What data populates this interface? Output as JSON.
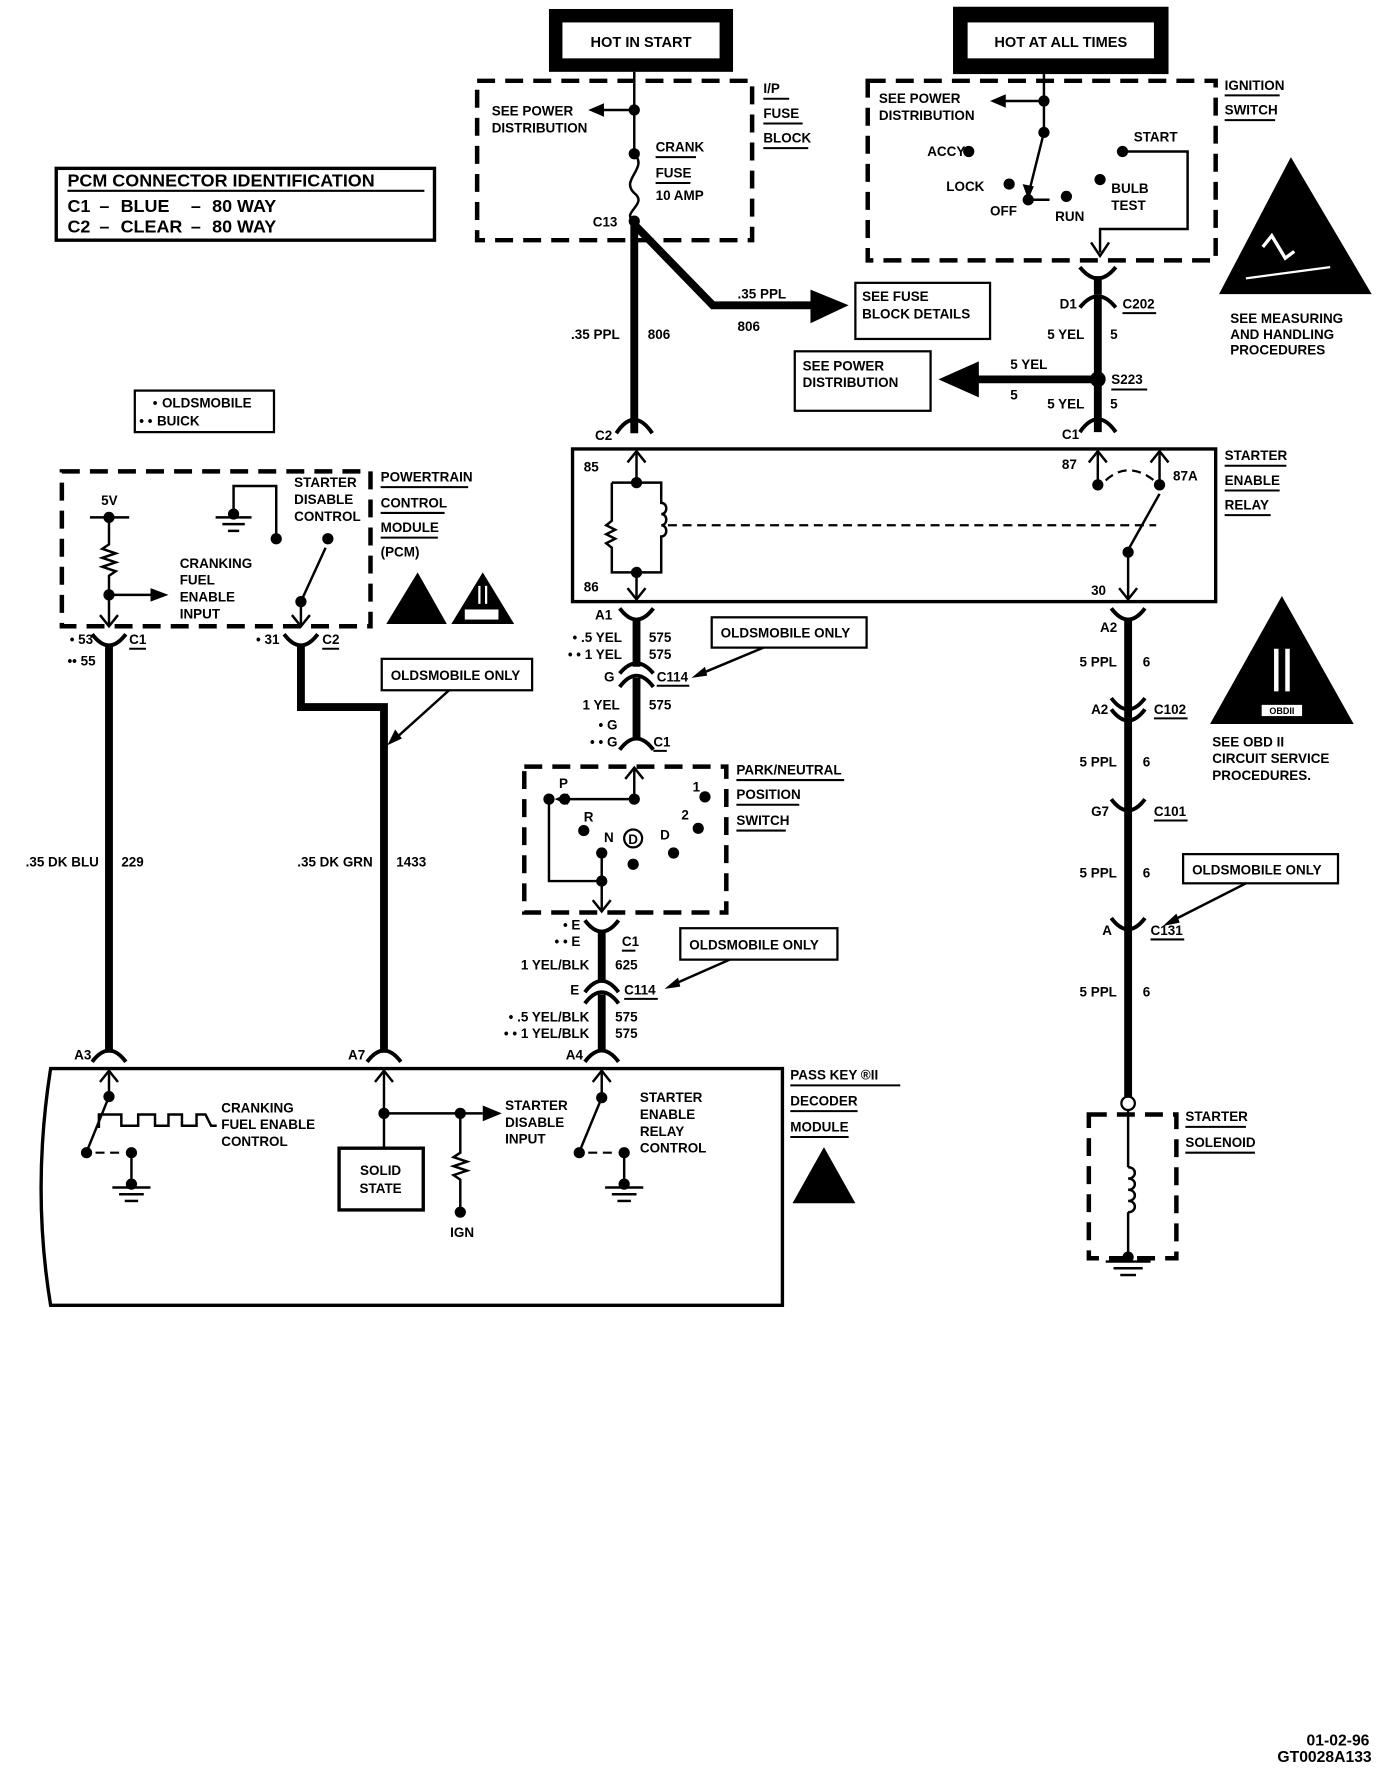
{
  "power_sources": {
    "hot_in_start": "HOT IN START",
    "hot_at_all_times": "HOT AT ALL TIMES"
  },
  "fuse_block": {
    "name_lines": [
      "I/P",
      "FUSE",
      "BLOCK"
    ],
    "see_power_line1": "SEE POWER",
    "see_power_line2": "DISTRIBUTION",
    "fuse_name_line1": "CRANK",
    "fuse_name_line2": "FUSE",
    "fuse_rating": "10 AMP",
    "terminal": "C13"
  },
  "ignition_switch": {
    "name_lines": [
      "IGNITION",
      "SWITCH"
    ],
    "see_power_line1": "SEE POWER",
    "see_power_line2": "DISTRIBUTION",
    "positions": {
      "accy": "ACCY",
      "lock": "LOCK",
      "off": "OFF",
      "run": "RUN",
      "bulb_test_line1": "BULB",
      "bulb_test_line2": "TEST",
      "start": "START"
    }
  },
  "pcm_connector_id": {
    "title": "PCM CONNECTOR IDENTIFICATION",
    "rows": [
      {
        "conn": "C1",
        "color": "BLUE",
        "ways": "80 WAY"
      },
      {
        "conn": "C2",
        "color": "CLEAR",
        "ways": "80 WAY"
      }
    ]
  },
  "legend": {
    "items": [
      {
        "marker": "•",
        "label": "OLDSMOBILE"
      },
      {
        "marker": "• •",
        "label": "BUICK"
      }
    ]
  },
  "notes": {
    "oldsmobile_only": "OLDSMOBILE ONLY",
    "see_fuse_block_line1": "SEE FUSE",
    "see_fuse_block_line2": "BLOCK DETAILS",
    "see_power_line1": "SEE POWER",
    "see_power_line2": "DISTRIBUTION",
    "esd_line1": "SEE MEASURING",
    "esd_line2": "AND HANDLING",
    "esd_line3": "PROCEDURES",
    "obd_line1": "SEE OBD II",
    "obd_line2": "CIRCUIT SERVICE",
    "obd_line3": "PROCEDURES.",
    "obd_badge": "OBDII"
  },
  "wires": {
    "crank_feed": {
      "gauge_color": ".35 PPL",
      "circuit": "806"
    },
    "fuse_details_branch": {
      "gauge_color": ".35 PPL",
      "circuit": "806"
    },
    "ign_c202_s223": {
      "gauge_color": "5 YEL",
      "circuit": "5"
    },
    "s223_branch": {
      "gauge_color": "5 YEL",
      "circuit": "5"
    },
    "s223_c1": {
      "gauge_color": "5 YEL",
      "circuit": "5"
    },
    "relay_to_c114_olds": {
      "marker": "•",
      "gauge_color": ".5 YEL",
      "circuit": "575"
    },
    "relay_to_c114_buick": {
      "marker": "• •",
      "gauge_color": "1 YEL",
      "circuit": "575"
    },
    "c114_to_pnp": {
      "gauge_color": "1 YEL",
      "circuit": "575"
    },
    "pnp_to_c114": {
      "gauge_color": "1 YEL/BLK",
      "circuit": "625"
    },
    "c114_to_passkey_olds": {
      "marker": "•",
      "gauge_color": ".5 YEL/BLK",
      "circuit": "575"
    },
    "c114_to_passkey_buick": {
      "marker": "• •",
      "gauge_color": "1 YEL/BLK",
      "circuit": "575"
    },
    "crank_fuel_enable": {
      "gauge_color": ".35 DK BLU",
      "circuit": "229"
    },
    "starter_disable": {
      "gauge_color": ".35 DK GRN",
      "circuit": "1433"
    },
    "starter_feed_1": {
      "gauge_color": "5 PPL",
      "circuit": "6"
    },
    "starter_feed_2": {
      "gauge_color": "5 PPL",
      "circuit": "6"
    },
    "starter_feed_3": {
      "gauge_color": "5 PPL",
      "circuit": "6"
    },
    "starter_feed_4": {
      "gauge_color": "5 PPL",
      "circuit": "6"
    }
  },
  "connectors": {
    "c2_relay": "C2",
    "c1_relay": "C1",
    "c202": "C202",
    "c202_pin": "D1",
    "s223": "S223",
    "a1": "A1",
    "c114_top": "C114",
    "c114_top_pin": "G",
    "c1_pnp_top": "C1",
    "c1_pnp_pin_olds": "• G",
    "c1_pnp_pin_buick": "• • G",
    "c1_pnp_bottom": "C1",
    "c1_pnp_bottom_pin_olds": "• E",
    "c1_pnp_bottom_pin_buick": "• • E",
    "c114_bottom": "C114",
    "c114_bottom_pin": "E",
    "a4": "A4",
    "a3": "A3",
    "a7": "A7",
    "pcm_c1": "C1",
    "pcm_c1_pin_olds": "• 53",
    "pcm_c1_pin_buick": "•• 55",
    "pcm_c2": "C2",
    "pcm_c2_pin": "• 31",
    "relay_a2": "A2",
    "c102": "C102",
    "c102_pin": "A2",
    "c101": "C101",
    "c101_pin": "G7",
    "c131": "C131",
    "c131_pin": "A"
  },
  "relay": {
    "name_lines": [
      "STARTER",
      "ENABLE",
      "RELAY"
    ],
    "pins": {
      "p85": "85",
      "p86": "86",
      "p87": "87",
      "p87a": "87A",
      "p30": "30"
    }
  },
  "pcm": {
    "name_lines": [
      "POWERTRAIN",
      "CONTROL",
      "MODULE",
      "(PCM)"
    ],
    "supply": "5V",
    "input_label": [
      "CRANKING",
      "FUEL",
      "ENABLE",
      "INPUT"
    ],
    "control_label": [
      "STARTER",
      "DISABLE",
      "CONTROL"
    ]
  },
  "pnp_switch": {
    "name_lines": [
      "PARK/NEUTRAL",
      "POSITION",
      "SWITCH"
    ],
    "positions": {
      "p": "P",
      "r": "R",
      "n": "N",
      "d_circled": "D",
      "d": "D",
      "two": "2",
      "one": "1"
    }
  },
  "passkey": {
    "name_lines": [
      "PASS KEY ®II",
      "DECODER",
      "MODULE"
    ],
    "cfe_label": [
      "CRANKING",
      "FUEL ENABLE",
      "CONTROL"
    ],
    "solid_state": [
      "SOLID",
      "STATE"
    ],
    "ign": "IGN",
    "sdi_label": [
      "STARTER",
      "DISABLE",
      "INPUT"
    ],
    "serc_label": [
      "STARTER",
      "ENABLE",
      "RELAY",
      "CONTROL"
    ]
  },
  "solenoid": {
    "name_lines": [
      "STARTER",
      "SOLENOID"
    ]
  },
  "footer": {
    "date": "01-02-96",
    "code": "GT0028A133"
  }
}
